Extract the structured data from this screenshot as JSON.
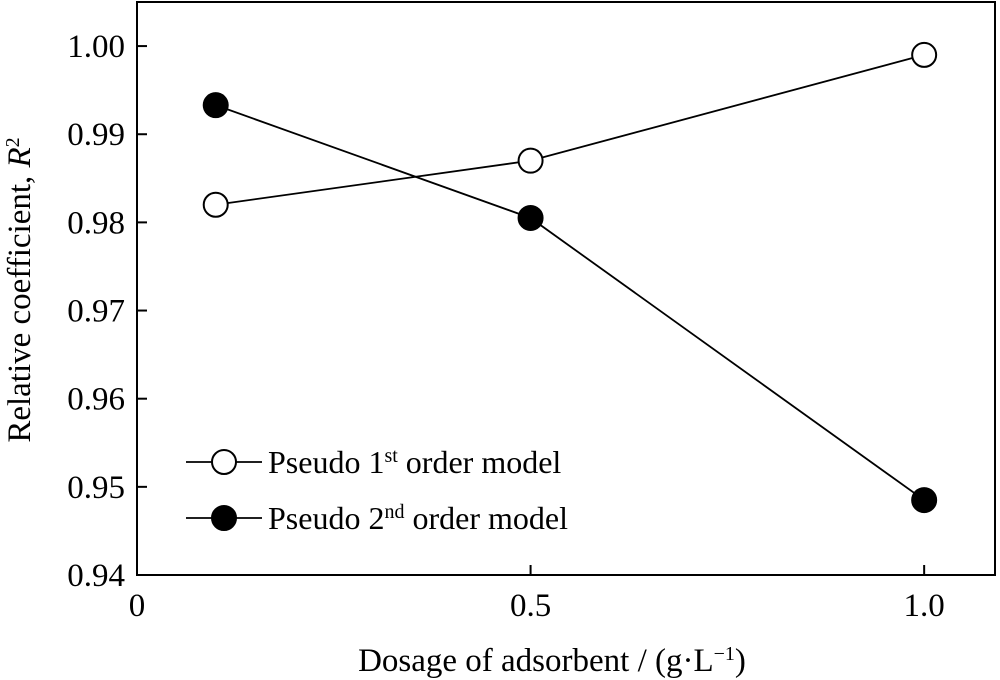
{
  "chart_data": {
    "type": "line",
    "xlabel": {
      "prefix": "Dosage of adsorbent / (g·L",
      "superscript": "−1",
      "suffix": ")"
    },
    "ylabel": {
      "prefix": "Relative coefficient, ",
      "italic": "R",
      "superscript": "2"
    },
    "x_ticks": [
      {
        "value": 0,
        "label": "0"
      },
      {
        "value": 0.5,
        "label": "0.5"
      },
      {
        "value": 1.0,
        "label": "1.0"
      }
    ],
    "y_ticks": [
      {
        "value": 0.94,
        "label": "0.94"
      },
      {
        "value": 0.95,
        "label": "0.95"
      },
      {
        "value": 0.96,
        "label": "0.96"
      },
      {
        "value": 0.97,
        "label": "0.97"
      },
      {
        "value": 0.98,
        "label": "0.98"
      },
      {
        "value": 0.99,
        "label": "0.99"
      },
      {
        "value": 1.0,
        "label": "1.00"
      }
    ],
    "xlim": [
      0,
      1.09
    ],
    "ylim": [
      0.94,
      1.005
    ],
    "grid": false,
    "legend_position": "bottom-left",
    "series": [
      {
        "name_prefix": "Pseudo 1",
        "name_sup": "st",
        "name_suffix": " order model",
        "marker": "open-circle",
        "x": [
          0.1,
          0.5,
          1.0
        ],
        "y": [
          0.982,
          0.987,
          0.999
        ]
      },
      {
        "name_prefix": "Pseudo 2",
        "name_sup": "nd",
        "name_suffix": " order model",
        "marker": "filled-circle",
        "x": [
          0.1,
          0.5,
          1.0
        ],
        "y": [
          0.9933,
          0.9805,
          0.9485
        ]
      }
    ]
  }
}
